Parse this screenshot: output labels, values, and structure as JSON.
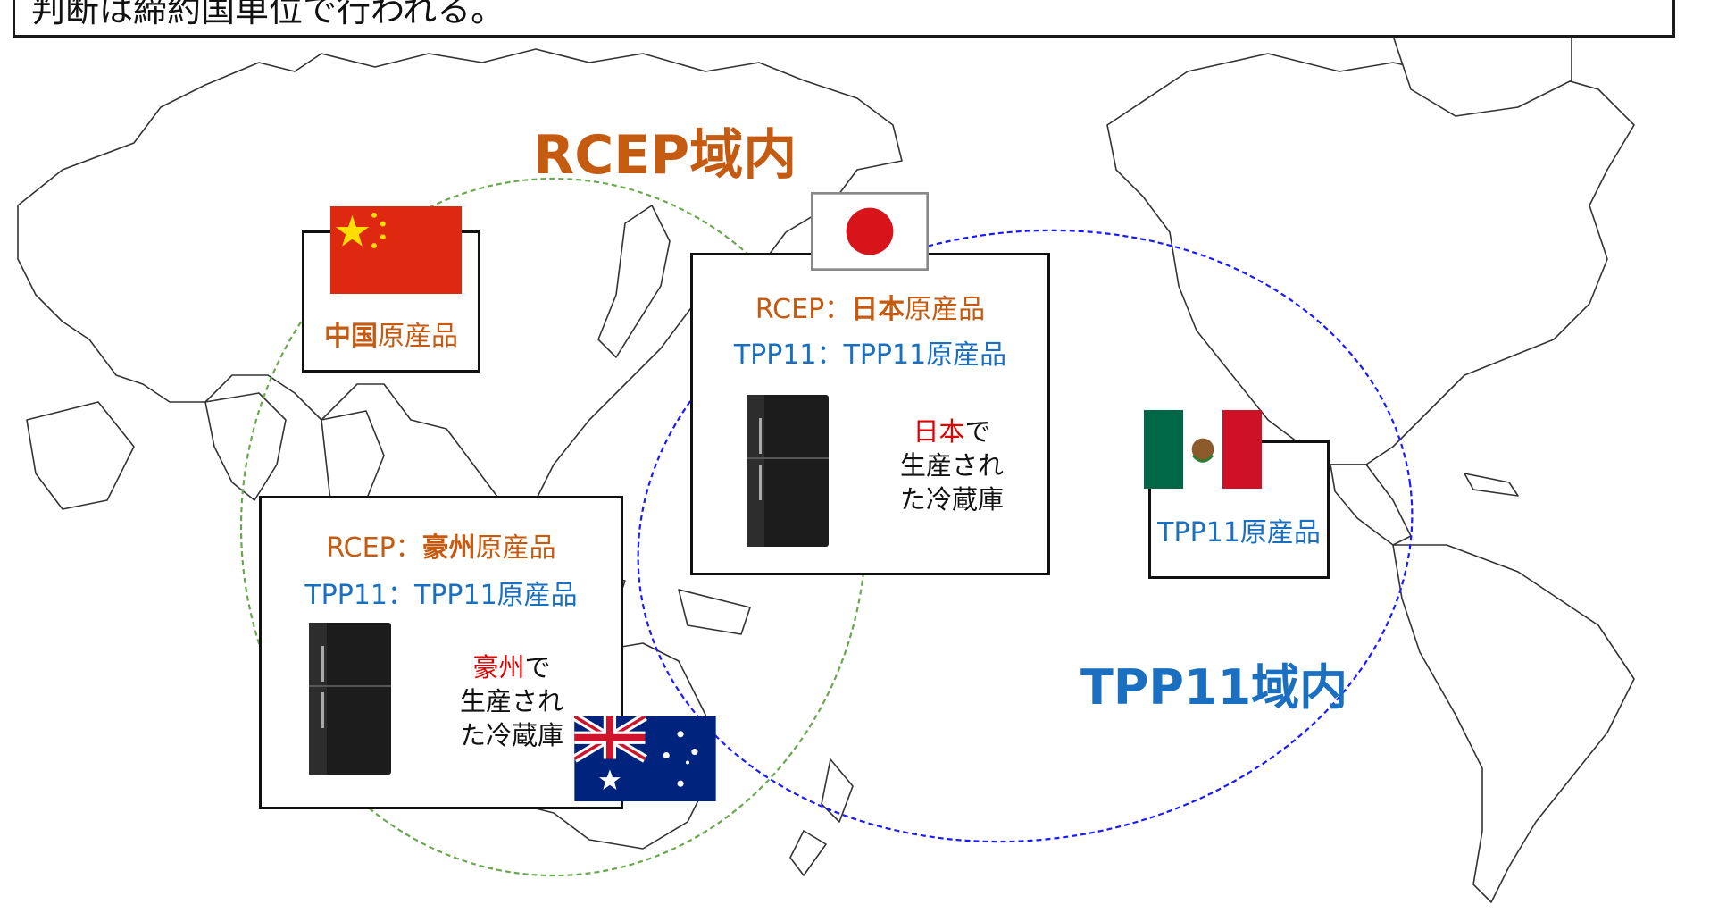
{
  "header": {
    "note": "判断は締約国単位で行われる。"
  },
  "regions": {
    "rcep": {
      "label": "RCEP域内",
      "color": "#c55a11",
      "circle_color": "#6aa84f"
    },
    "tpp": {
      "label": "TPP11域内",
      "color": "#1a6fc0",
      "circle_color": "#1a1aff"
    }
  },
  "cards": {
    "china": {
      "name": "中国",
      "suffix": "原産品"
    },
    "japan": {
      "rcep_prefix": "RCEP：",
      "rcep_country": "日本",
      "rcep_suffix": "原産品",
      "tpp_line": "TPP11：TPP11原産品",
      "product_country": "日本",
      "product_line1_suffix": "で",
      "product_line2": "生産され",
      "product_line3": "た冷蔵庫"
    },
    "australia": {
      "rcep_prefix": "RCEP：",
      "rcep_country": "豪州",
      "rcep_suffix": "原産品",
      "tpp_line": "TPP11：TPP11原産品",
      "product_country": "豪州",
      "product_line1_suffix": "で",
      "product_line2": "生産され",
      "product_line3": "た冷蔵庫"
    },
    "mexico": {
      "line": "TPP11原産品"
    }
  },
  "flags": [
    "china-flag",
    "japan-flag",
    "mexico-flag",
    "australia-flag"
  ],
  "icons": [
    "refrigerator-icon",
    "world-map"
  ]
}
